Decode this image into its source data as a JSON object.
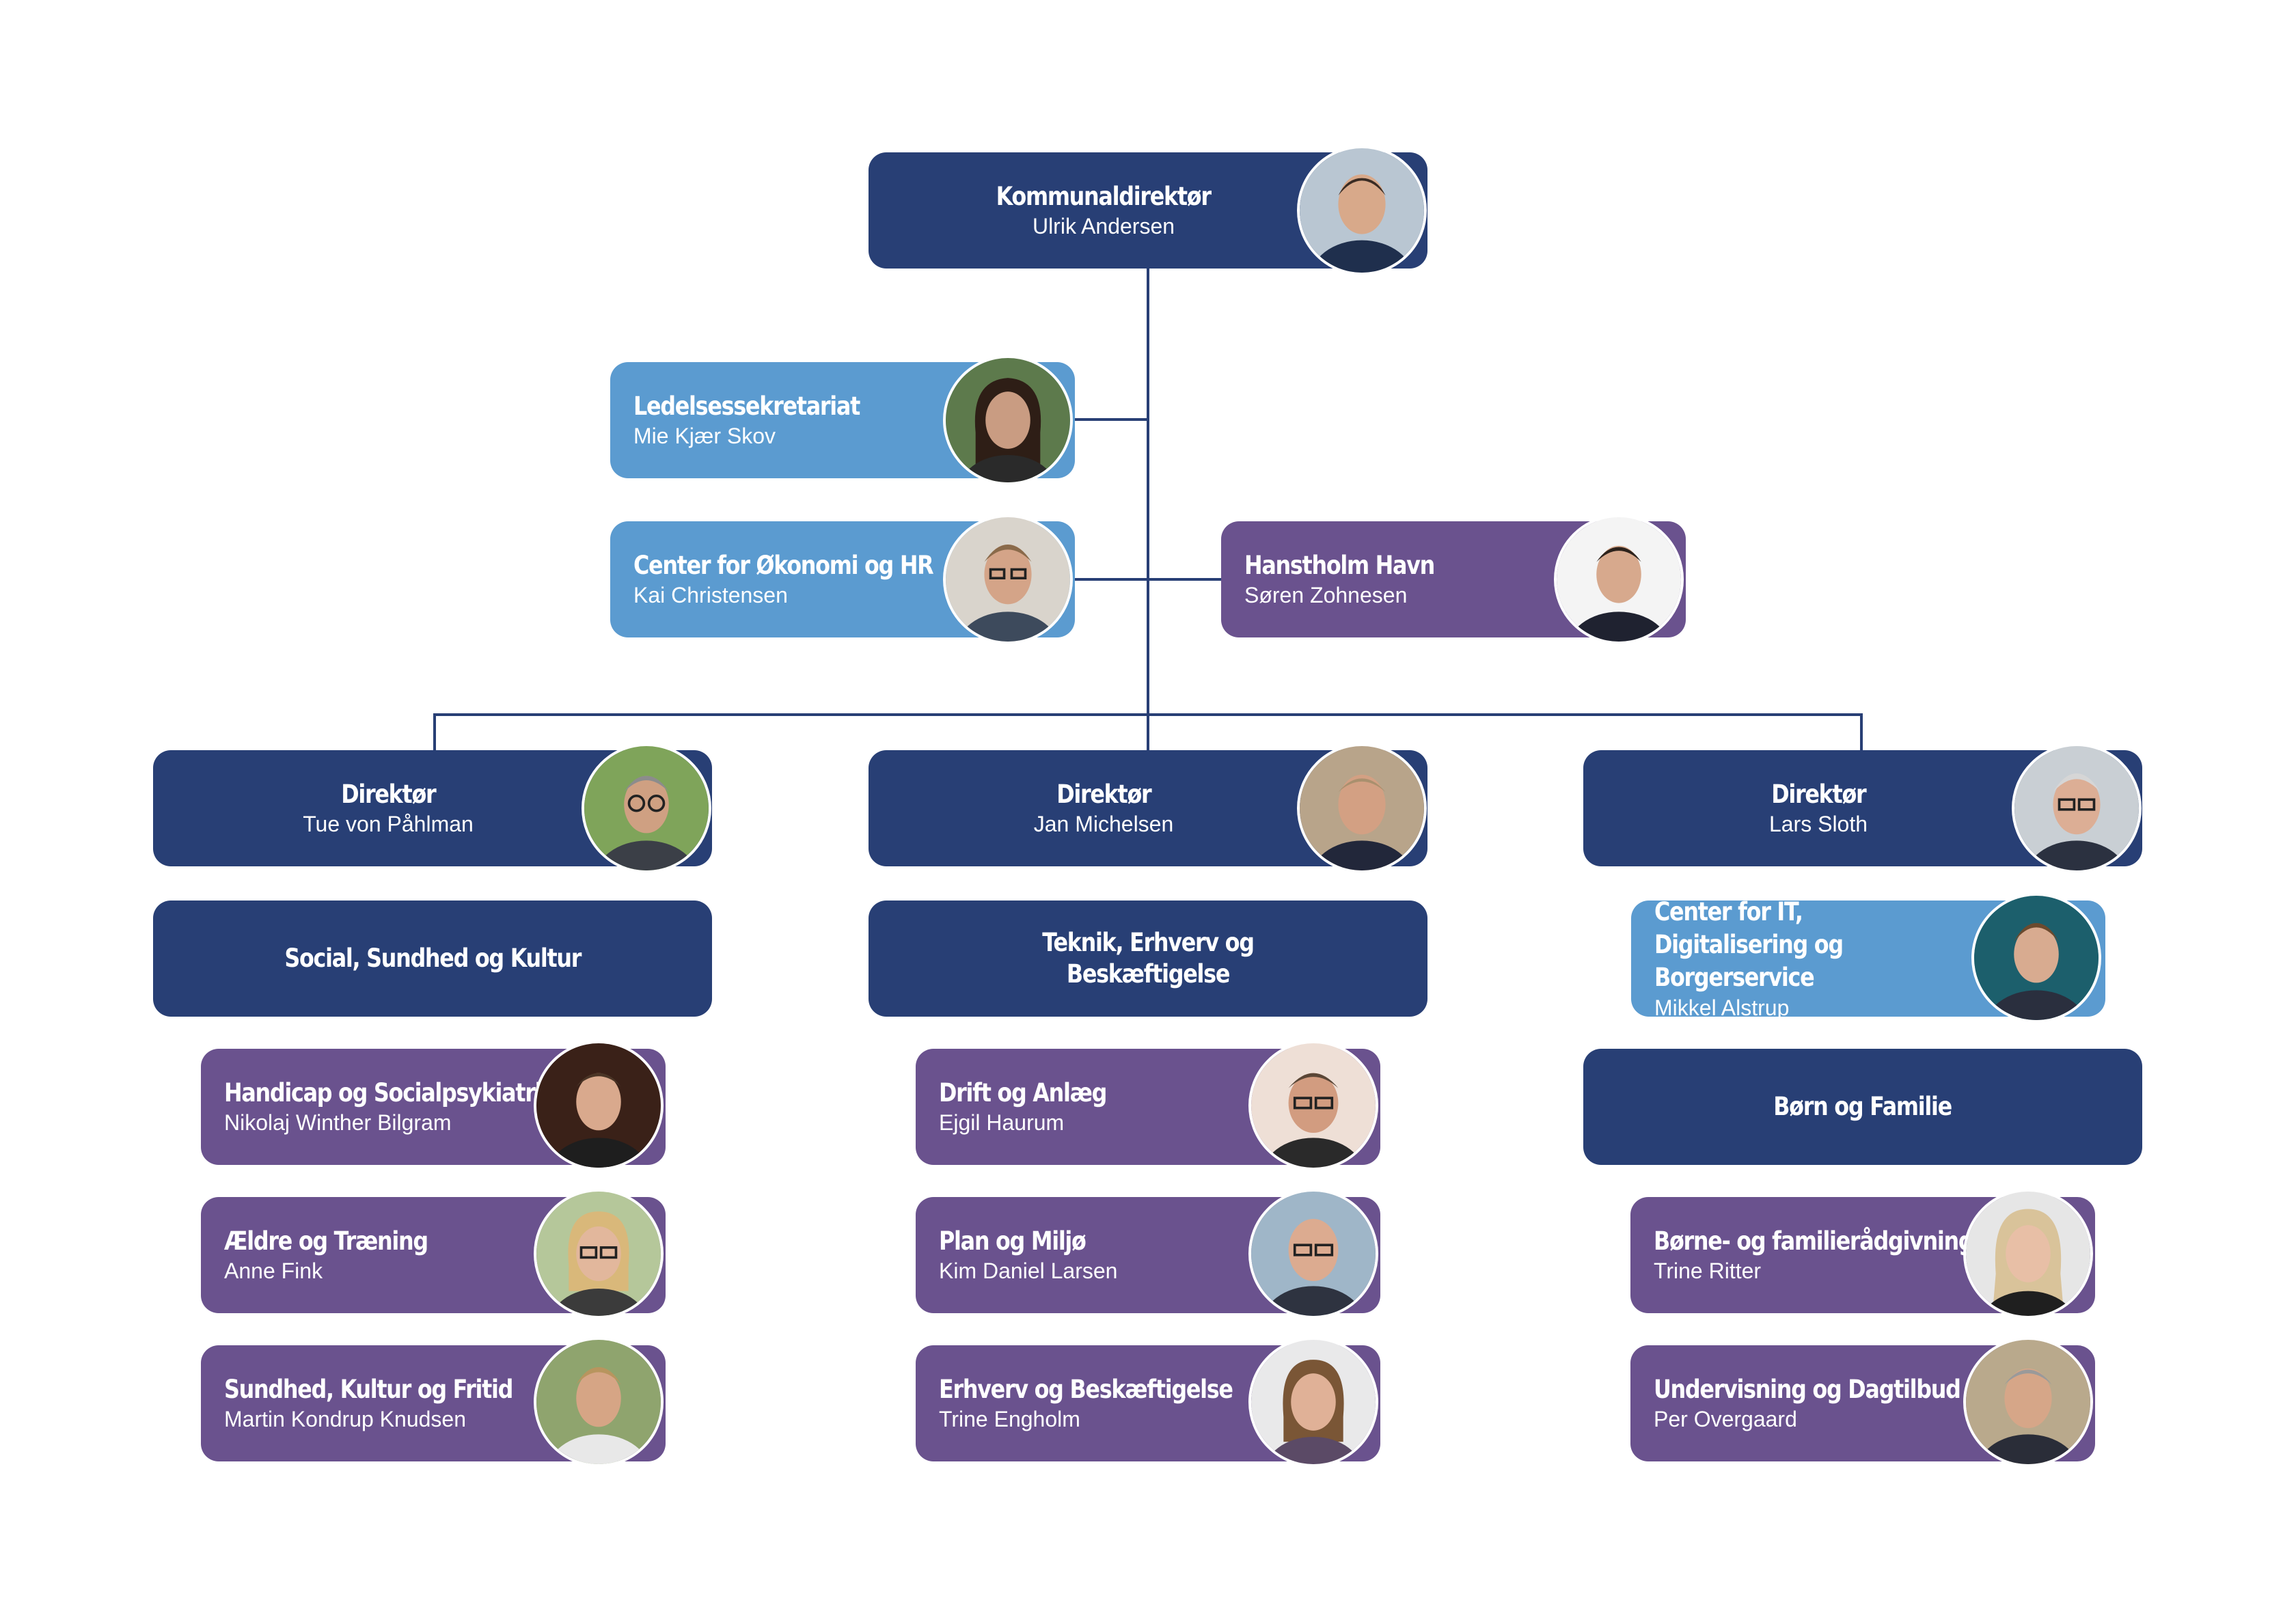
{
  "org": {
    "top": {
      "title": "Kommunaldirektør",
      "name": "Ulrik Andersen"
    },
    "staff": [
      {
        "title": "Ledelsessekretariat",
        "name": "Mie Kjær Skov"
      },
      {
        "title": "Center for Økonomi og HR",
        "name": "Kai Christensen"
      },
      {
        "title": "Hanstholm Havn",
        "name": "Søren Zohnesen"
      }
    ],
    "directors": [
      {
        "title": "Direktør",
        "name": "Tue von Påhlman",
        "area": "Social, Sundhed og Kultur"
      },
      {
        "title": "Direktør",
        "name": "Jan Michelsen",
        "area": "Teknik, Erhverv og Beskæftigelse"
      },
      {
        "title": "Direktør",
        "name": "Lars Sloth",
        "area": "Børn og Familie"
      }
    ],
    "it_center": {
      "title": "Center for IT, Digitalisering og Borgerservice",
      "name": "Mikkel Alstrup"
    },
    "units": [
      {
        "title": "Handicap og Socialpsykiatri",
        "name": "Nikolaj Winther Bilgram"
      },
      {
        "title": "Ældre og Træning",
        "name": "Anne Fink"
      },
      {
        "title": "Sundhed, Kultur og Fritid",
        "name": "Martin Kondrup Knudsen"
      },
      {
        "title": "Drift og Anlæg",
        "name": "Ejgil Haurum"
      },
      {
        "title": "Plan og Miljø",
        "name": "Kim Daniel Larsen"
      },
      {
        "title": "Erhverv og Beskæftigelse",
        "name": "Trine Engholm"
      },
      {
        "title": "Børne- og familierådgivning",
        "name": "Trine Ritter"
      },
      {
        "title": "Undervisning og Dagtilbud",
        "name": "Per Overgaard"
      }
    ]
  },
  "colors": {
    "dark_blue": "#283f75",
    "light_blue": "#5b9bd0",
    "purple": "#6a528e",
    "connector": "#283f75"
  },
  "icons": {
    "photo": "person-portrait-icon"
  }
}
